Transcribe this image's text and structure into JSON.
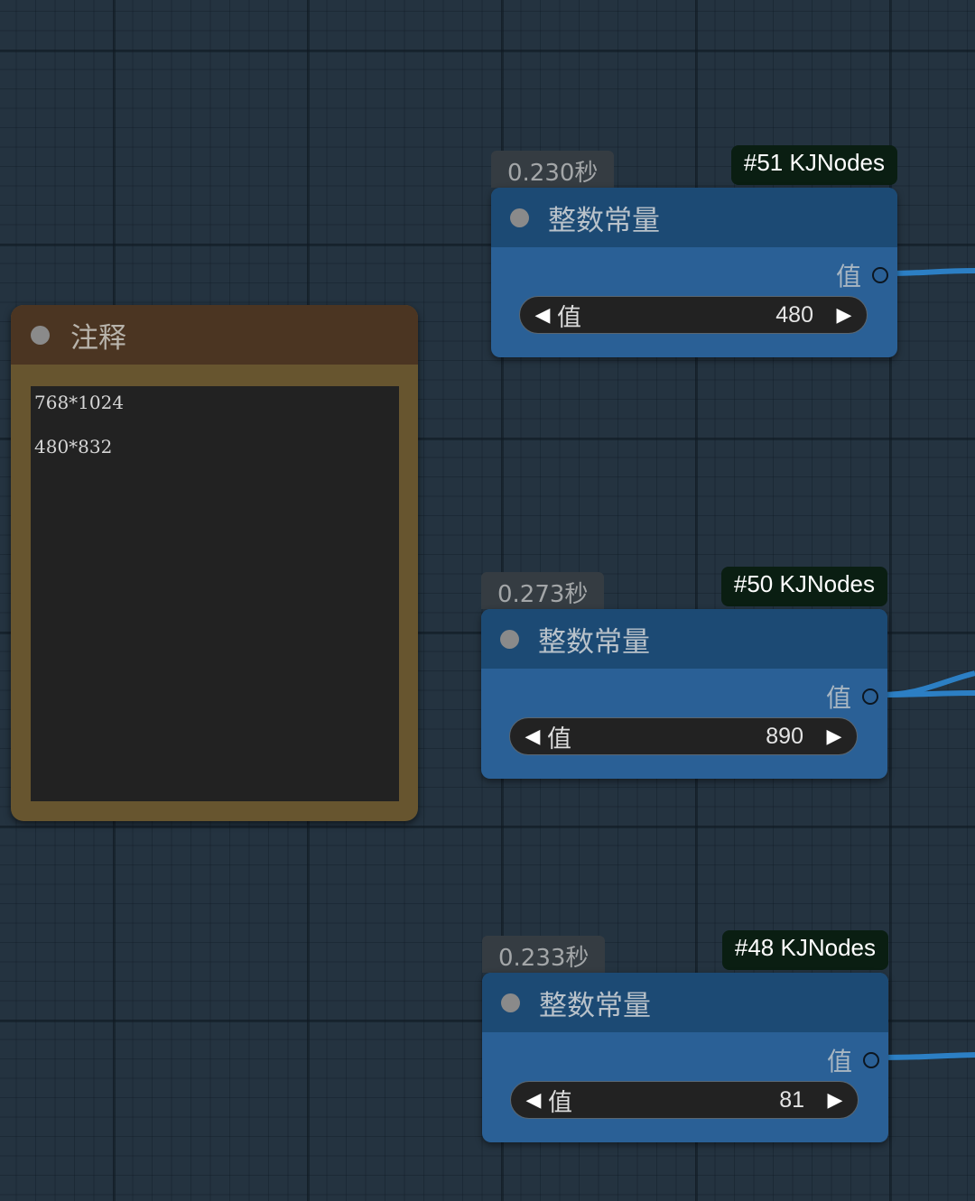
{
  "note": {
    "title": "注释",
    "text": "768*1024\n\n480*832"
  },
  "nodes": [
    {
      "time": "0.230秒",
      "id_label": "#51 KJNodes",
      "title": "整数常量",
      "output_label": "值",
      "widget_label": "值",
      "value": "480",
      "left_arrow": "◀",
      "right_arrow": "▶"
    },
    {
      "time": "0.273秒",
      "id_label": "#50 KJNodes",
      "title": "整数常量",
      "output_label": "值",
      "widget_label": "值",
      "value": "890",
      "left_arrow": "◀",
      "right_arrow": "▶"
    },
    {
      "time": "0.233秒",
      "id_label": "#48 KJNodes",
      "title": "整数常量",
      "output_label": "值",
      "widget_label": "值",
      "value": "81",
      "left_arrow": "◀",
      "right_arrow": "▶"
    }
  ],
  "colors": {
    "canvas": "#243340",
    "link": "#2c7fc4",
    "int_node_body": "#2a6096",
    "int_node_header": "#1c4a74",
    "note_body": "#67552f",
    "note_header": "#4b3522"
  }
}
